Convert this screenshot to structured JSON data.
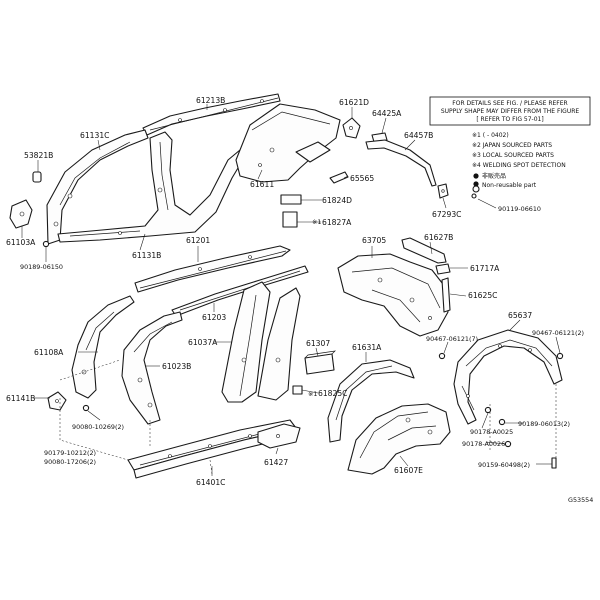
{
  "diagram": {
    "part_labels": [
      "61213B",
      "61131C",
      "53821B",
      "61103A",
      "90189-06150",
      "61131B",
      "61611",
      "61621D",
      "64425A",
      "64457B",
      "65565",
      "61824D",
      "61827A",
      "67293C",
      "90119-06610",
      "61201",
      "63705",
      "61627B",
      "61717A",
      "61625C",
      "61203",
      "61108A",
      "61023B",
      "61037A",
      "61307",
      "61825C",
      "61631A",
      "65637",
      "90467-06121(7)",
      "90467-06121(2)",
      "61141B",
      "90080-10269(2)",
      "90178-A0025",
      "90189-06013(2)",
      "90179-10212(2)",
      "90080-17206(2)",
      "61427",
      "61607E",
      "90178-A0026",
      "90159-60498(2)",
      "61401C"
    ],
    "part_labels_marked": [
      "※1",
      "※1"
    ],
    "note_box": {
      "header_lines": [
        "FOR DETAILS SEE FIG. / PLEASE REFER",
        "SUPPLY SHAPE MAY DIFFER FROM THE FIGURE"
      ],
      "refer": "[ REFER TO FIG 57-01]",
      "legend": [
        "※1 (   -   0402)",
        "※2 JAPAN SOURCED PARTS",
        "※3 LOCAL SOURCED PARTS",
        "※4 WELDING SPOT DETECTION"
      ],
      "symbol_lines": [
        "非販売品",
        "Non-reusable part"
      ]
    },
    "figure_code": "G53554"
  }
}
